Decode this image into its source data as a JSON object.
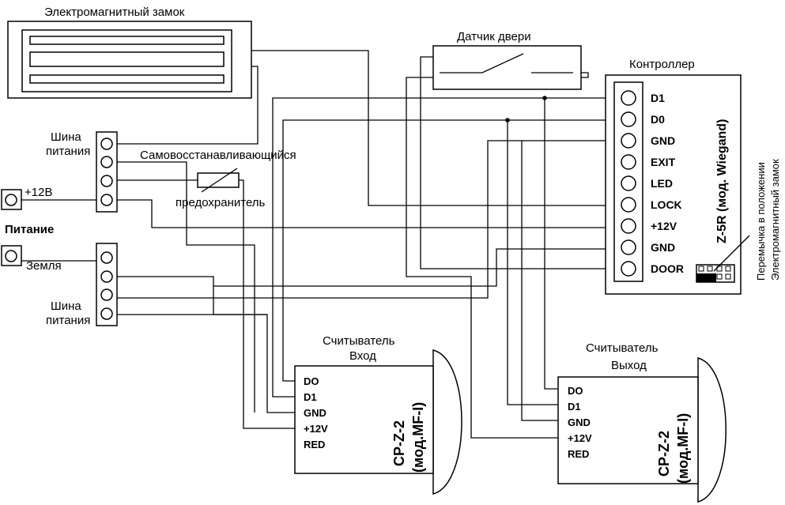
{
  "lock": {
    "title": "Электромагнитный замок"
  },
  "door_sensor": {
    "title": "Датчик двери"
  },
  "controller": {
    "title": "Контроллер",
    "model": "Z-5R (мод. Wiegand)",
    "pins": [
      "D1",
      "D0",
      "GND",
      "EXIT",
      "LED",
      "LOCK",
      "+12V",
      "GND",
      "DOOR"
    ],
    "jumper_note_line1": "Перемычка в положении",
    "jumper_note_line2": "Электромагнитный замок"
  },
  "bus_top": {
    "line1": "Шина",
    "line2": "питания"
  },
  "bus_bottom": {
    "line1": "Шина",
    "line2": "питания"
  },
  "fuse": {
    "line1": "Самовосстанавливающийся",
    "line2": "предохранитель"
  },
  "power": {
    "plus_label": "+12В",
    "title": "Питание",
    "ground_label": "Земля"
  },
  "reader_in": {
    "title1": "Считыватель",
    "title2": "Вход",
    "pins": [
      "DO",
      "D1",
      "GND",
      "+12V",
      "RED"
    ],
    "model1": "CP-Z-2",
    "model2": "(мод.MF-I)"
  },
  "reader_out": {
    "title1": "Считыватель",
    "title2": "Выход",
    "pins": [
      "DO",
      "D1",
      "GND",
      "+12V",
      "RED"
    ],
    "model1": "CP-Z-2",
    "model2": "(мод.MF-I)"
  }
}
